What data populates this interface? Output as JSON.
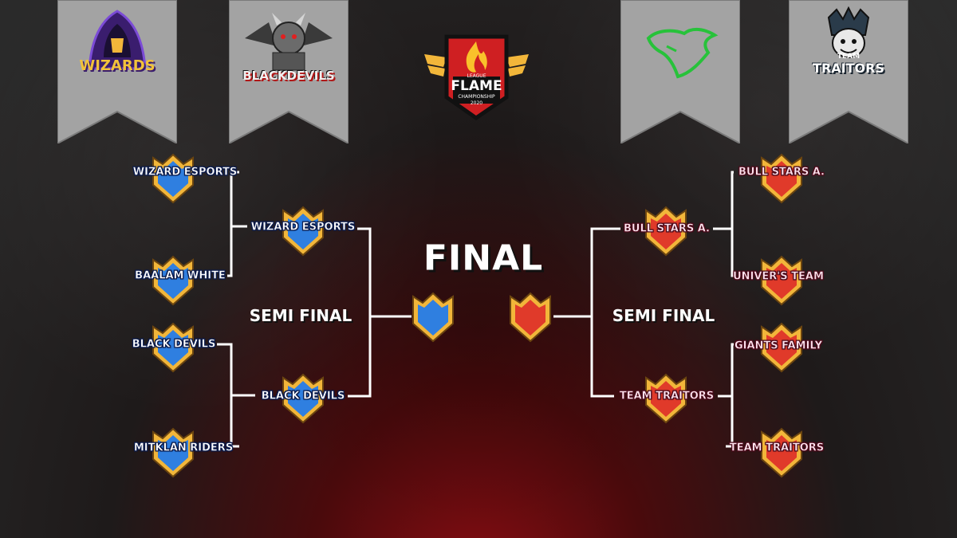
{
  "header": {
    "banners": [
      {
        "wordmark": "WIZARDS",
        "icon": "wizard-logo-icon"
      },
      {
        "wordmark": "BLACKDEVILS",
        "icon": "devil-logo-icon"
      },
      {
        "wordmark": "",
        "icon": "bull-logo-icon"
      },
      {
        "wordmark": "TRAITORS",
        "super": "TEAM",
        "icon": "joker-logo-icon"
      }
    ],
    "league_logo": {
      "top": "LEAGUE",
      "name": "FLAME",
      "sub": "CHAMPIONSHIP",
      "year": "2020",
      "icon": "flame-logo-icon"
    }
  },
  "bracket": {
    "final_label": "FINAL",
    "left": {
      "stage_label": "SEMI FINAL",
      "round1": [
        "WIZARD ESPORTS",
        "BAALAM WHITE",
        "BLACK DEVILS",
        "MITKLAN RIDERS"
      ],
      "semifinal": [
        "WIZARD ESPORTS",
        "BLACK DEVILS"
      ]
    },
    "right": {
      "stage_label": "SEMI FINAL",
      "round1": [
        "BULL STARS A.",
        "UNIVER'S TEAM",
        "GIANTS FAMILY",
        "TEAM TRAITORS"
      ],
      "semifinal": [
        "BULL STARS A.",
        "TEAM TRAITORS"
      ]
    }
  },
  "colors": {
    "blue_shield": "#2f7fe0",
    "red_shield": "#e03a2a",
    "gold_border": "#f2b63a",
    "banner": "#a6a6a6"
  }
}
